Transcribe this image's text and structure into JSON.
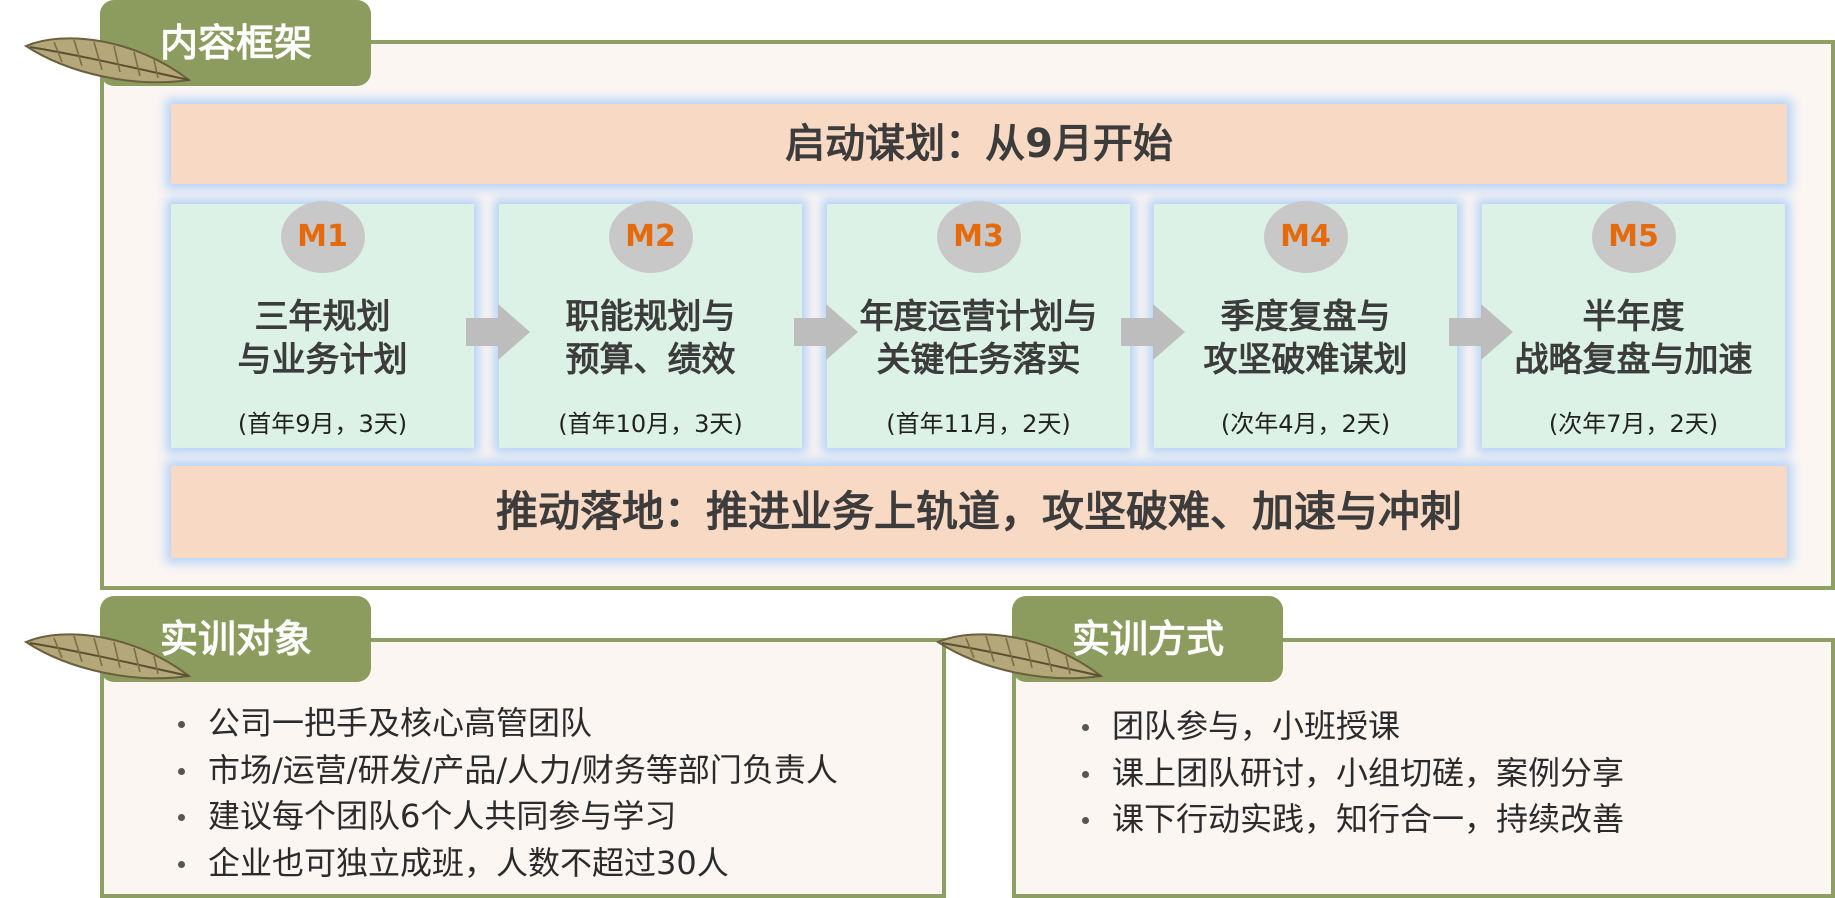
{
  "content_framework": {
    "tab_label": "内容框架",
    "start_banner": "启动谋划：从9月开始",
    "end_banner": "推动落地：推进业务上轨道，攻坚破难、加速与冲刺",
    "modules": [
      {
        "badge": "M1",
        "title_line1": "三年规划",
        "title_line2": "与业务计划",
        "schedule": "(首年9月，3天)"
      },
      {
        "badge": "M2",
        "title_line1": "职能规划与",
        "title_line2": "预算、绩效",
        "schedule": "(首年10月，3天)"
      },
      {
        "badge": "M3",
        "title_line1": "年度运营计划与",
        "title_line2": "关键任务落实",
        "schedule": "(首年11月，2天)"
      },
      {
        "badge": "M4",
        "title_line1": "季度复盘与",
        "title_line2": "攻坚破难谋划",
        "schedule": "(次年4月，2天)"
      },
      {
        "badge": "M5",
        "title_line1": "半年度",
        "title_line2": "战略复盘与加速",
        "schedule": "(次年7月，2天)"
      }
    ]
  },
  "audience": {
    "tab_label": "实训对象",
    "items": [
      "公司一把手及核心高管团队",
      "市场/运营/研发/产品/人力/财务等部门负责人",
      "建议每个团队6个人共同参与学习",
      "企业也可独立成班，人数不超过30人"
    ]
  },
  "method": {
    "tab_label": "实训方式",
    "items": [
      "团队参与，小班授课",
      "课上团队研讨，小组切磋，案例分享",
      "课下行动实践，知行合一，持续改善"
    ]
  },
  "colors": {
    "olive_accent": "#8b9c5e",
    "banner_peach": "#f8d9c4",
    "card_mint": "#dcf2e6",
    "badge_text_orange": "#e46a0c",
    "glow_blue": "#8cbefa"
  },
  "icons": {
    "tab_decoration": "leaf-icon",
    "flow_connector": "arrow-right-icon"
  }
}
